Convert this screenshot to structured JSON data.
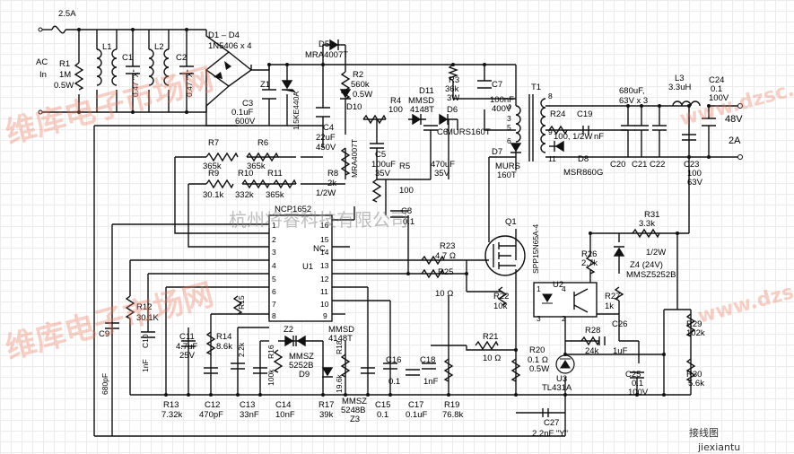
{
  "fuse": {
    "rating": "2.5A"
  },
  "input": {
    "line1": "AC",
    "line2": "In"
  },
  "r1": {
    "name": "R1",
    "value": "1M",
    "power": "0.5W"
  },
  "l1": {
    "name": "L1"
  },
  "c1": {
    "name": "C1",
    "value": "0.47 \"X\""
  },
  "l2": {
    "name": "L2"
  },
  "c2": {
    "name": "C2",
    "value": "0.47 \"X\""
  },
  "bridge": {
    "name": "D1 – D4",
    "part": "1N5406 x 4"
  },
  "z1": {
    "name": "Z1",
    "part": "1.5KE440A"
  },
  "c3": {
    "name": "C3",
    "value": "0.1uF",
    "voltage": "600V"
  },
  "d5": {
    "name": "D5",
    "part": "MRA4007T"
  },
  "r2": {
    "name": "R2",
    "value": "560k",
    "power": "0.5W"
  },
  "d10": {
    "name": "D10",
    "part": "MRA4007T"
  },
  "c4": {
    "name": "C4",
    "value": "22uF",
    "voltage": "450V"
  },
  "r3": {
    "name": "R3",
    "value": "36k",
    "power": "3W"
  },
  "c7": {
    "name": "C7",
    "value": "100nF",
    "voltage": "400V"
  },
  "r4": {
    "name": "R4",
    "value": "100"
  },
  "d11": {
    "name": "D11",
    "part1": "MMSD",
    "part2": "4148T"
  },
  "d6": {
    "name": "D6",
    "part": "MURS160T"
  },
  "c5": {
    "name": "C5",
    "value": "100uF",
    "voltage": "35V"
  },
  "c6": {
    "name": "C6",
    "value": "470uF",
    "voltage": "35V"
  },
  "r5": {
    "name": "R5",
    "value": "100"
  },
  "d7": {
    "name": "D7",
    "part1": "MURS",
    "part2": "160T"
  },
  "t1": {
    "name": "T1",
    "pins": [
      "8",
      "4",
      "5",
      "6",
      "3",
      "9",
      "11"
    ]
  },
  "r24": {
    "name": "R24"
  },
  "c19": {
    "name": "C19",
    "value": "100, 1/2W",
    "value2": "nF"
  },
  "d8": {
    "name": "D8",
    "part": "MSR860G"
  },
  "outcaps": {
    "value": "680uF,",
    "voltage": "63V x 3"
  },
  "c20": {
    "name": "C20"
  },
  "c21": {
    "name": "C21"
  },
  "c22": {
    "name": "C22"
  },
  "l3": {
    "name": "L3",
    "value": "3.3uH"
  },
  "c24": {
    "name": "C24",
    "value": "0.1",
    "voltage": "100V"
  },
  "c23": {
    "name": "C23",
    "value": "100",
    "voltage": "63V"
  },
  "output": {
    "voltage": "48V",
    "current": "2A"
  },
  "r6": {
    "name": "R6",
    "value": "365k"
  },
  "r7": {
    "name": "R7",
    "value": "365k"
  },
  "r8": {
    "name": "R8",
    "value": "2k",
    "power": "1/2W"
  },
  "r9": {
    "name": "R9",
    "value": "30.1k"
  },
  "r10": {
    "name": "R10",
    "value": "332k"
  },
  "r11": {
    "name": "R11",
    "value": "365k"
  },
  "u1": {
    "name": "U1",
    "part": "NCP1652",
    "nc": "NC",
    "left_pins": [
      "1",
      "2",
      "3",
      "4",
      "5",
      "6",
      "7",
      "8"
    ],
    "right_pins": [
      "16",
      "15",
      "14",
      "13",
      "12",
      "11",
      "10",
      "9"
    ]
  },
  "c8": {
    "name": "C8",
    "value": "0.1"
  },
  "q1": {
    "name": "Q1",
    "part": "SPP15N65A-4"
  },
  "r23": {
    "name": "R23",
    "value": "4.7 Ω"
  },
  "r25": {
    "name": "R25",
    "value": "10 Ω"
  },
  "r22": {
    "name": "R22",
    "value": "10k"
  },
  "u2": {
    "name": "U2",
    "pin1": "1",
    "pin2": "2",
    "pin3": "3",
    "pin4": "4"
  },
  "r31": {
    "name": "R31",
    "value": "3.3k",
    "power": "1/2W"
  },
  "z4": {
    "name": "Z4 (24V)",
    "part": "MMSZ5252B"
  },
  "r26": {
    "name": "R26",
    "value": "2.7k"
  },
  "r27": {
    "name": "R27",
    "value": "1k"
  },
  "r12": {
    "name": "R12",
    "value": "30.1K"
  },
  "c9": {
    "name": "C9",
    "value": "680pF"
  },
  "c10": {
    "name": "C10",
    "value": "1nF"
  },
  "c11": {
    "name": "C11",
    "value": "4.7uF",
    "voltage": "25V"
  },
  "r14": {
    "name": "R14",
    "value": "8.6k"
  },
  "r15": {
    "name": "R15",
    "value": "2.2k"
  },
  "r16": {
    "name": "R16",
    "value": "100k"
  },
  "z2": {
    "name": "Z2",
    "part1": "MMSZ",
    "part2": "5252B"
  },
  "d9": {
    "name": "D9",
    "part1": "MMSD",
    "part2": "4148T"
  },
  "r18": {
    "name": "R18",
    "value": "19.6k"
  },
  "c16": {
    "name": "C16",
    "value": "0.1"
  },
  "c18": {
    "name": "C18",
    "value": "1nF"
  },
  "r21": {
    "name": "R21",
    "value": "10 Ω"
  },
  "r20": {
    "name": "R20",
    "value": "0.1 Ω",
    "power": "0.5W"
  },
  "r28": {
    "name": "R28",
    "value": "24k"
  },
  "c26": {
    "name": "C26",
    "value": "1uF"
  },
  "r29": {
    "name": "R29",
    "value": "102k"
  },
  "r30": {
    "name": "R30",
    "value": "5.6k"
  },
  "u3": {
    "name": "U3",
    "part": "TL431A"
  },
  "c25": {
    "name": "C25",
    "value": "0.1",
    "voltage": "100V"
  },
  "r13": {
    "name": "R13",
    "value": "7.32k"
  },
  "c12": {
    "name": "C12",
    "value": "470pF"
  },
  "c13": {
    "name": "C13",
    "value": "33nF"
  },
  "c14": {
    "name": "C14",
    "value": "10nF"
  },
  "r17": {
    "name": "R17",
    "value": "39k"
  },
  "z3": {
    "name": "Z3",
    "part1": "MMSZ",
    "part2": "5248B"
  },
  "c15": {
    "name": "C15",
    "value": "0.1"
  },
  "c17": {
    "name": "C17",
    "value": "0.1uF"
  },
  "r19": {
    "name": "R19",
    "value": "76.8k"
  },
  "c27": {
    "name": "C27",
    "value": "2.2nF \"Y\""
  },
  "watermarks": {
    "company": "杭州将睿科技有限公司",
    "red_brand": "维库电子市场网",
    "url": "www.dzsc.com",
    "corner_logo": "接线图",
    "corner_url": "jiexiantu"
  }
}
